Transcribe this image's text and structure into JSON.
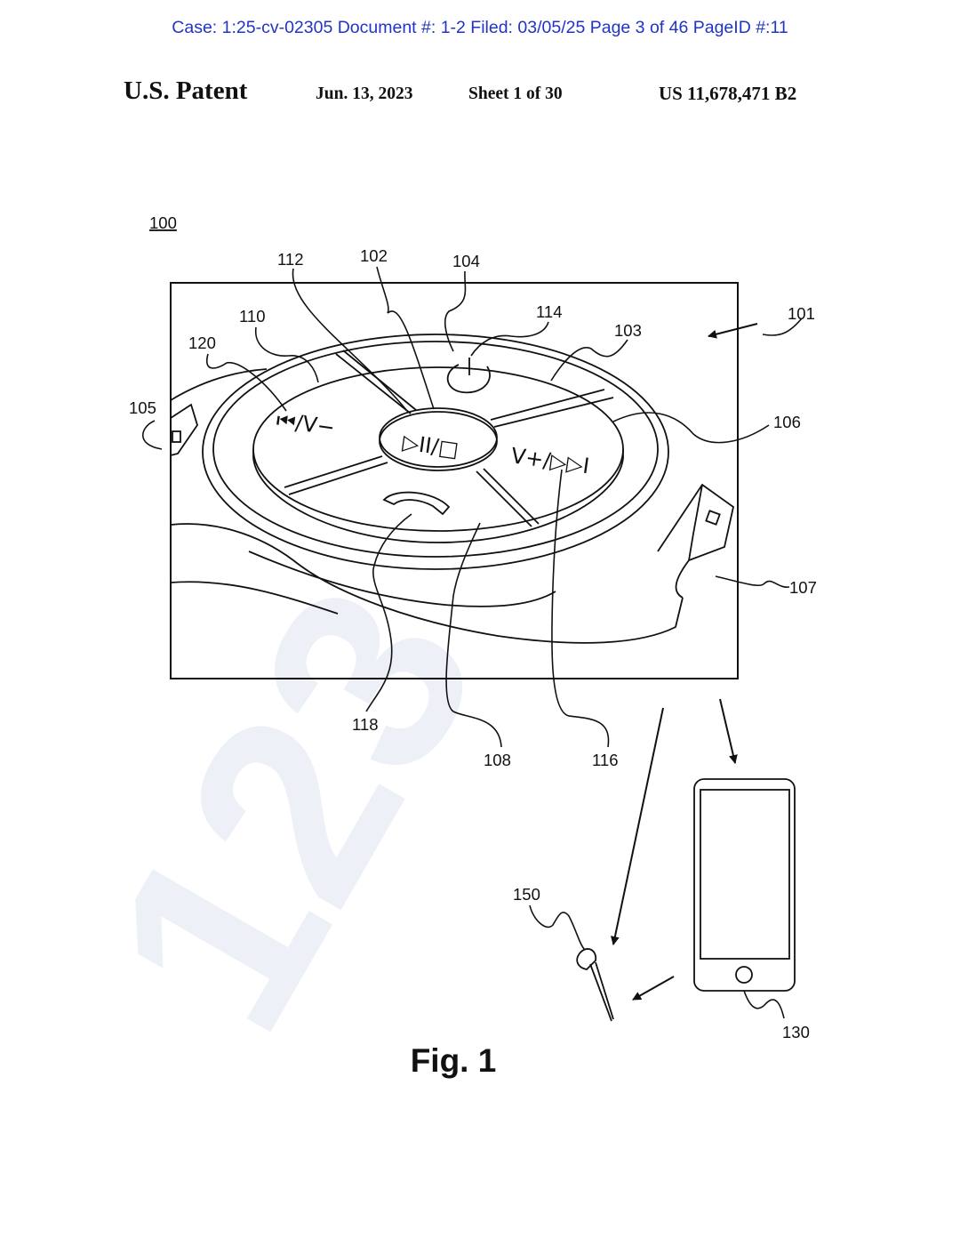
{
  "case_header": "Case: 1:25-cv-02305 Document #: 1-2 Filed: 03/05/25 Page 3 of 46 PageID #:11",
  "patent_header": {
    "title": "U.S. Patent",
    "date": "Jun. 13, 2023",
    "sheet": "Sheet 1 of 30",
    "number": "US 11,678,471 B2"
  },
  "figure": {
    "caption": "Fig. 1",
    "assembly_ref": "100",
    "refs": {
      "r101": "101",
      "r102": "102",
      "r103": "103",
      "r104": "104",
      "r105": "105",
      "r106": "106",
      "r107": "107",
      "r108": "108",
      "r110": "110",
      "r112": "112",
      "r114": "114",
      "r116": "116",
      "r118": "118",
      "r120": "120",
      "r130": "130",
      "r150": "150"
    },
    "button_labels": {
      "left": "⏮/V−",
      "center": "▷II/□",
      "right": "V+/▷▷I"
    },
    "watermark": "123"
  }
}
